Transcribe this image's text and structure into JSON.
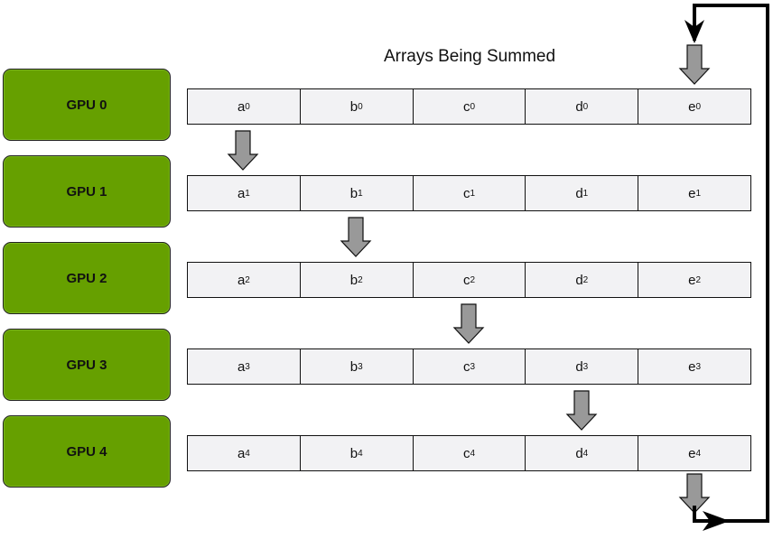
{
  "title": "Arrays Being Summed",
  "gpus": [
    {
      "label": "GPU 0",
      "cells": [
        [
          "a",
          "0"
        ],
        [
          "b",
          "0"
        ],
        [
          "c",
          "0"
        ],
        [
          "d",
          "0"
        ],
        [
          "e",
          "0"
        ]
      ]
    },
    {
      "label": "GPU 1",
      "cells": [
        [
          "a",
          "1"
        ],
        [
          "b",
          "1"
        ],
        [
          "c",
          "1"
        ],
        [
          "d",
          "1"
        ],
        [
          "e",
          "1"
        ]
      ]
    },
    {
      "label": "GPU 2",
      "cells": [
        [
          "a",
          "2"
        ],
        [
          "b",
          "2"
        ],
        [
          "c",
          "2"
        ],
        [
          "d",
          "2"
        ],
        [
          "e",
          "2"
        ]
      ]
    },
    {
      "label": "GPU 3",
      "cells": [
        [
          "a",
          "3"
        ],
        [
          "b",
          "3"
        ],
        [
          "c",
          "3"
        ],
        [
          "d",
          "3"
        ],
        [
          "e",
          "3"
        ]
      ]
    },
    {
      "label": "GPU 4",
      "cells": [
        [
          "a",
          "4"
        ],
        [
          "b",
          "4"
        ],
        [
          "c",
          "4"
        ],
        [
          "d",
          "4"
        ],
        [
          "e",
          "4"
        ]
      ]
    }
  ],
  "colors": {
    "gpu": "#66a000",
    "cell": "#f2f2f4",
    "arrow": "#999999"
  }
}
